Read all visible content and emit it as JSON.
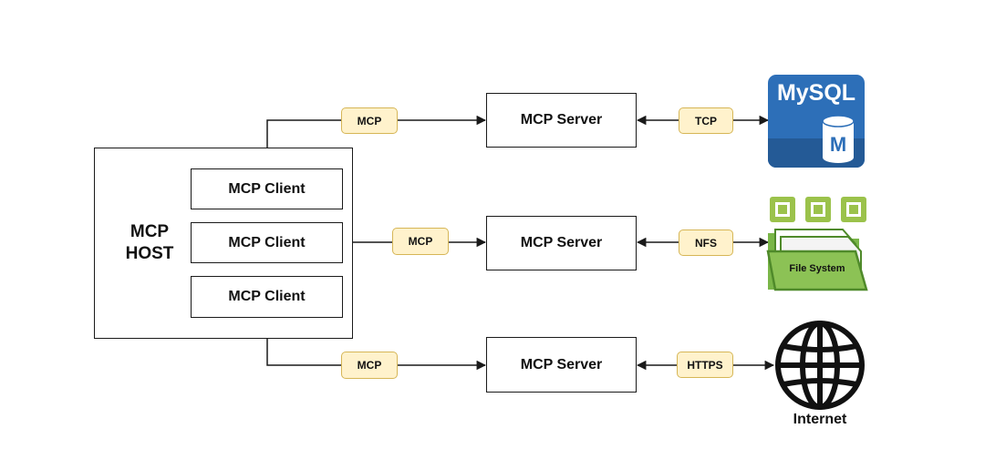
{
  "host": {
    "label_line1": "MCP",
    "label_line2": "HOST",
    "clients": [
      "MCP Client",
      "MCP Client",
      "MCP Client"
    ]
  },
  "rows": [
    {
      "server": "MCP Server",
      "protocol_to_server": "MCP",
      "protocol_to_resource": "TCP",
      "resource": {
        "icon": "mysql-database-icon",
        "label": "MySQL",
        "sub_label": "M"
      }
    },
    {
      "server": "MCP Server",
      "protocol_to_server": "MCP",
      "protocol_to_resource": "NFS",
      "resource": {
        "icon": "file-system-folder-icon",
        "label": "File System"
      }
    },
    {
      "server": "MCP Server",
      "protocol_to_server": "MCP",
      "protocol_to_resource": "HTTPS",
      "resource": {
        "icon": "globe-icon",
        "label": "Internet"
      }
    }
  ],
  "colors": {
    "line": "#1a1a1a",
    "pill_fill": "#fff2cc",
    "pill_border": "#d6b656",
    "mysql_blue": "#2d6fb8",
    "fs_green": "#7ab648",
    "fs_green_dark": "#4f8a2a",
    "chip_green": "#9bc24b"
  }
}
